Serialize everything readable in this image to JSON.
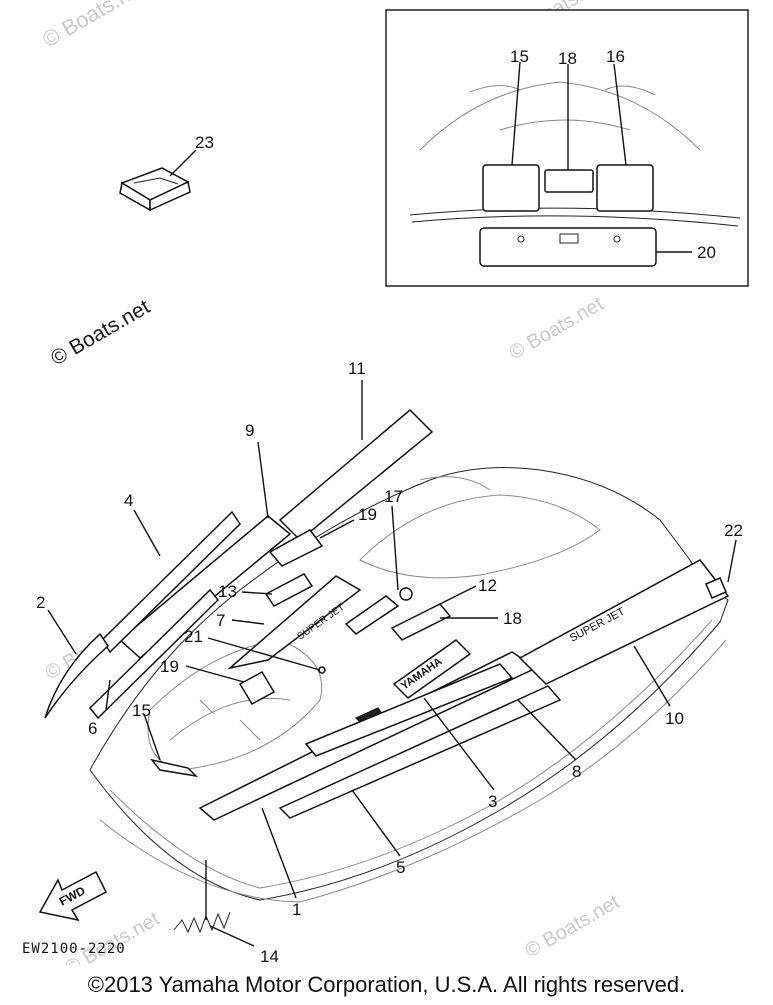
{
  "callouts": {
    "c1": "1",
    "c2": "2",
    "c3": "3",
    "c4": "4",
    "c5": "5",
    "c6": "6",
    "c7": "7",
    "c8": "8",
    "c9": "9",
    "c10": "10",
    "c11": "11",
    "c12": "12",
    "c13": "13",
    "c14": "14",
    "c15": "15",
    "c15b": "15",
    "c16": "16",
    "c17": "17",
    "c18": "18",
    "c18b": "18",
    "c19": "19",
    "c19b": "19",
    "c20": "20",
    "c21": "21",
    "c22": "22",
    "c23": "23"
  },
  "diagram_code": "EW2100-2220",
  "direction_label": "FWD",
  "watermark": "© Boats.net",
  "copyright": "©2013 Yamaha Motor Corporation, U.S.A. All rights reserved."
}
